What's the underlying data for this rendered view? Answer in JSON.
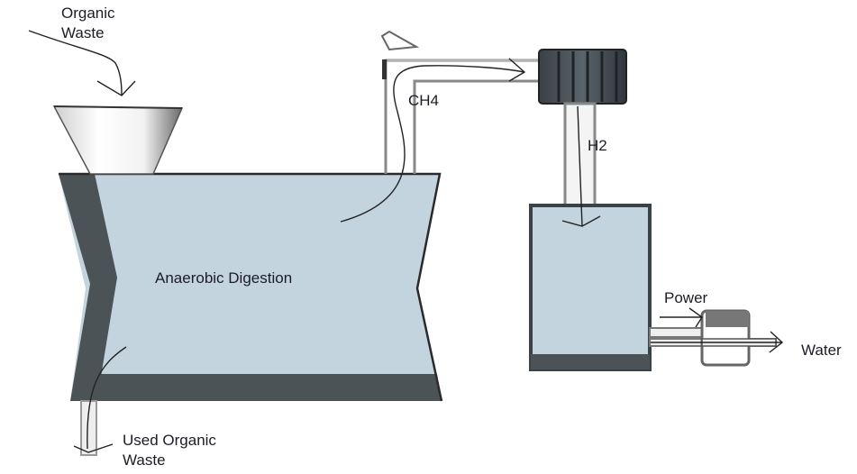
{
  "labels": {
    "input_line1": "Organic",
    "input_line2": "Waste",
    "gas1": "CH4",
    "gas2": "H2",
    "digester": "Anaerobic Digestion",
    "power": "Power",
    "water": "Water",
    "output_line1": "Used Organic",
    "output_line2": "Waste"
  },
  "colors": {
    "tank_fill": "#c4d4de",
    "tank_dark": "#4b5357",
    "pipe_fill": "#eeeeee",
    "stroke": "#2a2a2a"
  }
}
